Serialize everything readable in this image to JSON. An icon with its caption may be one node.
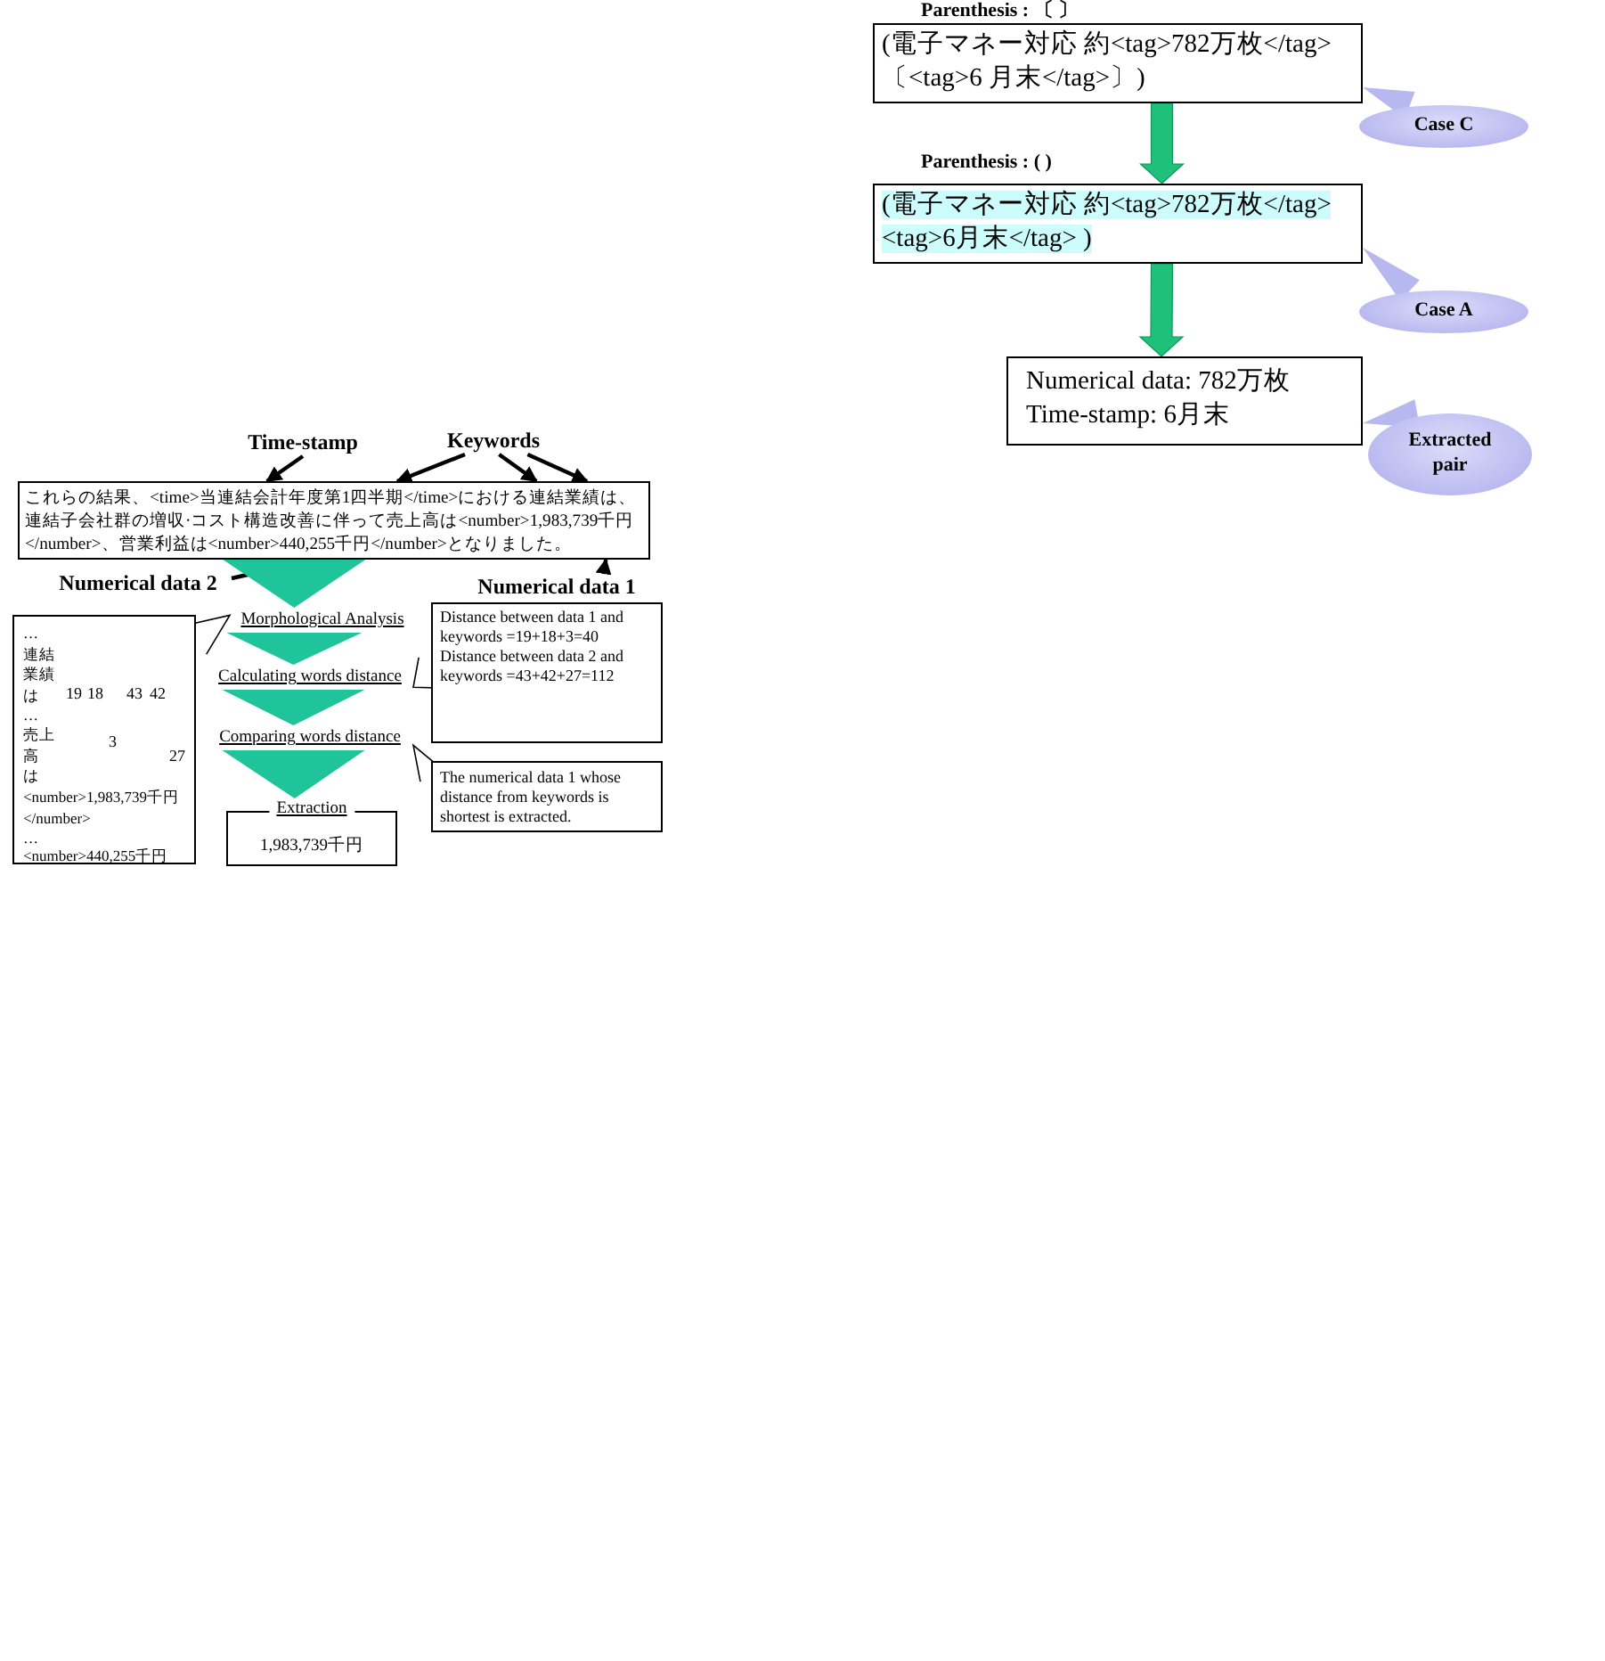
{
  "diagram": {
    "nodes": [
      {
        "text": [
          "Time-stamp"
        ]
      },
      {
        "text": [
          "Keywords"
        ]
      },
      {
        "text": [
          "これらの結果、<time>当連結会計年度第1四半期</time>における連結業績は、連結子会社群の増収·コスト構造改善に伴って売上高は<number>1,983,739千円</number>、営業利益は<number>440,255千円</number>となりました。"
        ]
      },
      {
        "text": [
          "Numerical data 2"
        ]
      },
      {
        "text": [
          "Numerical data 1"
        ]
      },
      {
        "text": [
          "…",
          "連結",
          "業績",
          "は",
          "…",
          "売上",
          "高",
          "は",
          "<number>1,983,739千円",
          "</number>",
          "…",
          "<number>440,255千円"
        ]
      },
      {
        "text": [
          "Morphological Analysis"
        ]
      },
      {
        "text": [
          "Calculating words distance"
        ]
      },
      {
        "text": [
          "Comparing words distance"
        ]
      },
      {
        "text": [
          "Extraction",
          "1,983,739千円"
        ]
      },
      {
        "text": [
          "Distance between data 1 and keywords =19+18+3=40",
          "Distance between data 2 and keywords =43+42+27=112"
        ]
      },
      {
        "text": [
          "The numerical data 1 whose distance from keywords is shortest is extracted."
        ]
      },
      {
        "text": [
          "Parenthesis : 〔 〕",
          "(電子マネー対応 約<tag>782万枚</tag>〔<tag>6 月末</tag>〕)"
        ]
      },
      {
        "text": [
          "Case C"
        ]
      },
      {
        "text": [
          "Parenthesis : ( )",
          "(電子マネー対応 約<tag>782万枚</tag> <tag>6月末</tag> )"
        ]
      },
      {
        "text": [
          "Case A"
        ]
      },
      {
        "text": [
          "Numerical data: 782万枚",
          "Time-stamp: 6月末"
        ]
      },
      {
        "text": [
          "Extracted pair"
        ]
      }
    ],
    "edges": [
      {
        "from": 0,
        "to": 2,
        "arrow": "to"
      },
      {
        "from": 1,
        "to": 2,
        "arrow": "to"
      },
      {
        "from": 1,
        "to": 2,
        "arrow": "to"
      },
      {
        "from": 1,
        "to": 2,
        "arrow": "to"
      },
      {
        "from": 3,
        "to": 2,
        "arrow": "to"
      },
      {
        "from": 4,
        "to": 2,
        "arrow": "to"
      },
      {
        "from": 2,
        "to": 6,
        "arrow": "to",
        "color": "#1fc49a"
      },
      {
        "from": 6,
        "to": 7,
        "arrow": "to",
        "color": "#1fc49a"
      },
      {
        "from": 7,
        "to": 8,
        "arrow": "to",
        "color": "#1fc49a"
      },
      {
        "from": 8,
        "to": 9,
        "arrow": "to",
        "color": "#1fc49a"
      },
      {
        "from": 12,
        "to": 14,
        "arrow": "to",
        "style": "thick",
        "color": "#1fc07a"
      },
      {
        "from": 14,
        "to": 16,
        "arrow": "to",
        "style": "thick",
        "color": "#1fc07a"
      }
    ],
    "labels": [
      "19",
      "18",
      "43",
      "42",
      "3",
      "27"
    ]
  }
}
